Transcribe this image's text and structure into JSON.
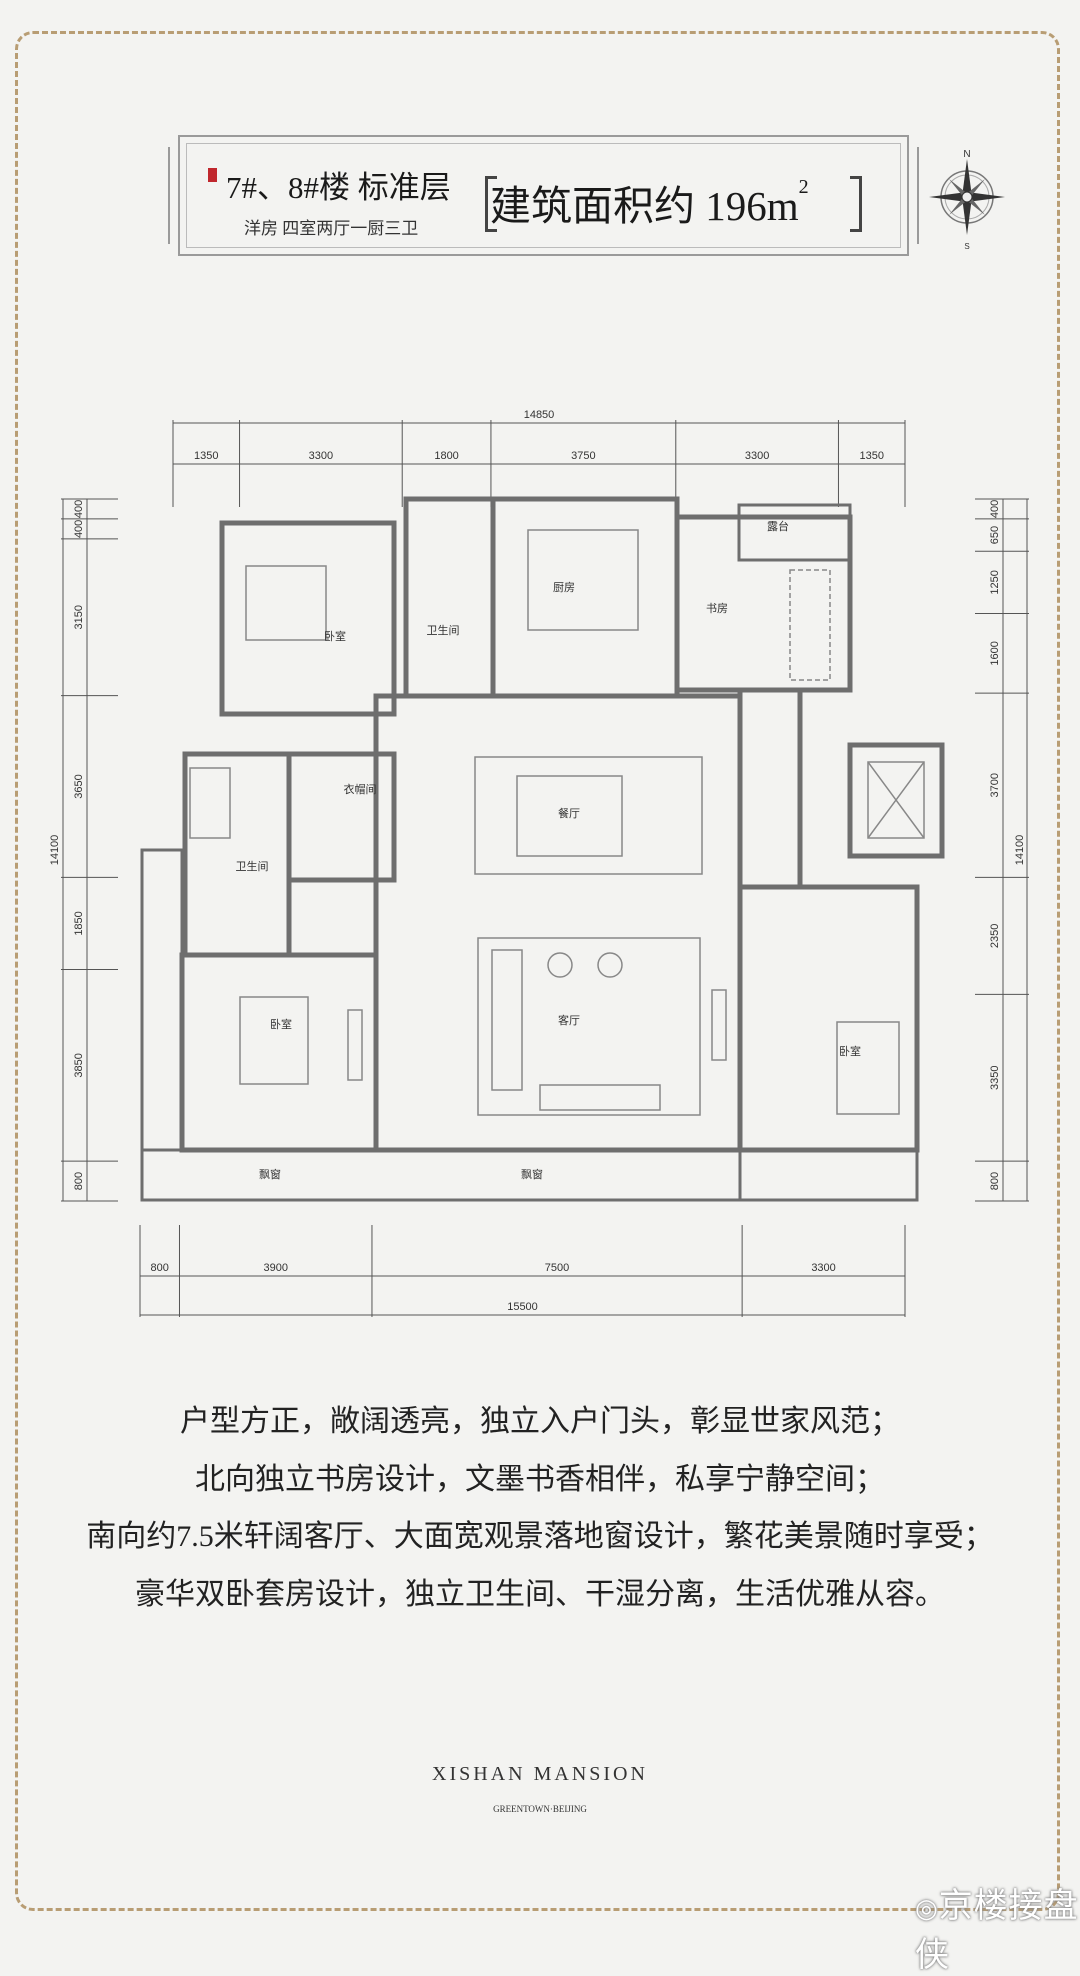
{
  "header": {
    "title": "7#、8#楼 标准层",
    "subtitle": "洋房  四室两厅一厨三卫",
    "area_label": "建筑面积约 196m",
    "area_sup": "2",
    "compass": {
      "north": "N",
      "south": "S"
    }
  },
  "plan": {
    "top_total": "14850",
    "top_segments": [
      1350,
      3300,
      1800,
      3750,
      3300,
      1350
    ],
    "left_total": "14100",
    "left_segments": [
      400,
      400,
      3150,
      3650,
      1850,
      3850,
      800
    ],
    "right_total": "14100",
    "right_segments": [
      400,
      650,
      1250,
      1600,
      3700,
      2350,
      3350,
      800
    ],
    "bottom_total": "15500",
    "bottom_segments": [
      800,
      3900,
      7500,
      3300
    ],
    "rooms": {
      "bedroom_nw": "卧室",
      "bath_north": "卫生间",
      "kitchen": "厨房",
      "study": "书房",
      "terrace": "露台",
      "closet": "衣帽间",
      "dining": "餐厅",
      "bath_west": "卫生间",
      "living": "客厅",
      "bedroom_sw": "卧室",
      "bedroom_se": "卧室",
      "bay_window_w": "飘窗",
      "bay_window_c": "飘窗"
    }
  },
  "description": [
    "户型方正，敞阔透亮，独立入户门头，彰显世家风范；",
    "北向独立书房设计，文墨书香相伴，私享宁静空间；",
    "南向约7.5米轩阔客厅、大面宽观景落地窗设计，繁花美景随时享受；",
    "豪华双卧套房设计，独立卫生间、干湿分离，生活优雅从容。"
  ],
  "brand": {
    "name": "XISHAN MANSION",
    "sub": "GREENTOWN·BEIJING"
  },
  "watermark": "京楼接盘侠",
  "colors": {
    "frame": "#b89d74",
    "seal": "#c0272d",
    "wall": "#6e6e6e"
  }
}
